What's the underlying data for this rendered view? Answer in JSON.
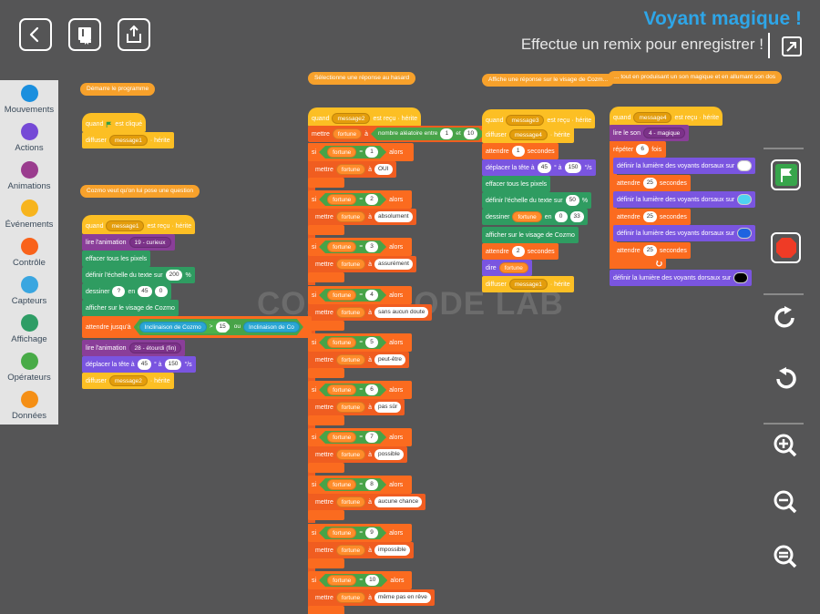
{
  "header": {
    "title": "Voyant magique !",
    "subtitle": "Effectue un remix pour enregistrer !"
  },
  "watermark": "COZMO CODE LAB",
  "palette": [
    {
      "label": "Mouvements",
      "color": "#1a8fde"
    },
    {
      "label": "Actions",
      "color": "#7549d6"
    },
    {
      "label": "Animations",
      "color": "#9a3c8e"
    },
    {
      "label": "Événements",
      "color": "#f7b41d"
    },
    {
      "label": "Contrôle",
      "color": "#f9621a"
    },
    {
      "label": "Capteurs",
      "color": "#3aa6e0"
    },
    {
      "label": "Affichage",
      "color": "#2e9d65"
    },
    {
      "label": "Opérateurs",
      "color": "#48ab47"
    },
    {
      "label": "Données",
      "color": "#f58f15"
    }
  ],
  "script1": {
    "note": "Démarre le programme",
    "when_flag": "quand",
    "when_flag_suffix": "est cliqué",
    "broadcast": "diffuser",
    "broadcast_msg": "message1",
    "broadcast_wait": "· hérite"
  },
  "script2": {
    "note": "Cozmo veut qu'on lui pose une question",
    "when": "quand",
    "when_msg": "message1",
    "when_suffix": "est reçu · hérite",
    "anim_label": "lire l'animation",
    "anim_value": "19 - curieux",
    "clear": "effacer tous les pixels",
    "scale_label": "définir l'échelle du texte sur",
    "scale_value": "200",
    "scale_unit": "%",
    "draw_label": "dessiner",
    "draw_a": "?",
    "draw_en": "en",
    "draw_x": "45",
    "draw_y": "0",
    "face": "afficher sur le visage de Cozmo",
    "wait_until": "attendre jusqu'à",
    "tilt1": "Inclinaison de Cozmo",
    "gt": ">",
    "tilt_val": "15",
    "or": "ou",
    "tilt2": "Inclinaison de Co",
    "anim2_label": "lire l'animation",
    "anim2_value": "28 - étourdi (fin)",
    "head_label": "déplacer la tête à",
    "head_deg": "45",
    "head_mid": "° à",
    "head_speed": "150",
    "head_unit": "°/s",
    "broadcast": "diffuser",
    "broadcast_msg": "message2",
    "broadcast_wait": "· hérite"
  },
  "script3": {
    "note": "Sélectionne une réponse au hasard",
    "when": "quand",
    "when_msg": "message2",
    "when_suffix": "est reçu · hérite",
    "set_label": "mettre",
    "var": "fortune",
    "to": "à",
    "random_label": "nombre aléatoire entre",
    "random_min": "1",
    "random_and": "et",
    "random_max": "10",
    "if_label": "si",
    "eq": "=",
    "then": "alors",
    "cases": [
      {
        "n": "1",
        "answer": "OUI"
      },
      {
        "n": "2",
        "answer": "absolument"
      },
      {
        "n": "3",
        "answer": "assurément"
      },
      {
        "n": "4",
        "answer": "sans aucun doute"
      },
      {
        "n": "5",
        "answer": "peut-être"
      },
      {
        "n": "6",
        "answer": "pas sûr"
      },
      {
        "n": "7",
        "answer": "possible"
      },
      {
        "n": "8",
        "answer": "aucune chance"
      },
      {
        "n": "9",
        "answer": "impossible"
      },
      {
        "n": "10",
        "answer": "même pas en rêve"
      }
    ]
  },
  "script4": {
    "note": "Affiche une réponse sur le visage de Cozm...",
    "when": "quand",
    "when_msg": "message3",
    "when_suffix": "est reçu · hérite",
    "broadcast": "diffuser",
    "broadcast_msg": "message4",
    "broadcast_wait": "· hérite",
    "wait_label": "attendre",
    "wait1": "1",
    "seconds": "secondes",
    "head_label": "déplacer la tête à",
    "head_deg": "45",
    "head_mid": "° à",
    "head_speed": "150",
    "head_unit": "°/s",
    "clear": "effacer tous les pixels",
    "scale_label": "définir l'échelle du texte sur",
    "scale_value": "50",
    "scale_unit": "%",
    "draw_label": "dessiner",
    "draw_var": "fortune",
    "draw_en": "en",
    "draw_x": "0",
    "draw_y": "33",
    "face": "afficher sur le visage de Cozmo",
    "wait2": "2",
    "say": "dire",
    "say_var": "fortune",
    "broadcast2_msg": "message1"
  },
  "script5": {
    "note": "... tout en produisant un son magique et en allumant son dos",
    "when": "quand",
    "when_msg": "message4",
    "when_suffix": "est reçu · hérite",
    "sound_label": "lire le son",
    "sound_value": "4 - magique",
    "repeat_label": "répéter",
    "repeat_n": "6",
    "repeat_suffix": "fois",
    "light_label": "définir la lumière des voyants dorsaux sur",
    "wait_label": "attendre",
    "wait_value": "25",
    "seconds": "secondes",
    "colors": [
      "#ffffff",
      "#4fd3f0",
      "#1f63e0"
    ],
    "final_color": "#000000"
  }
}
